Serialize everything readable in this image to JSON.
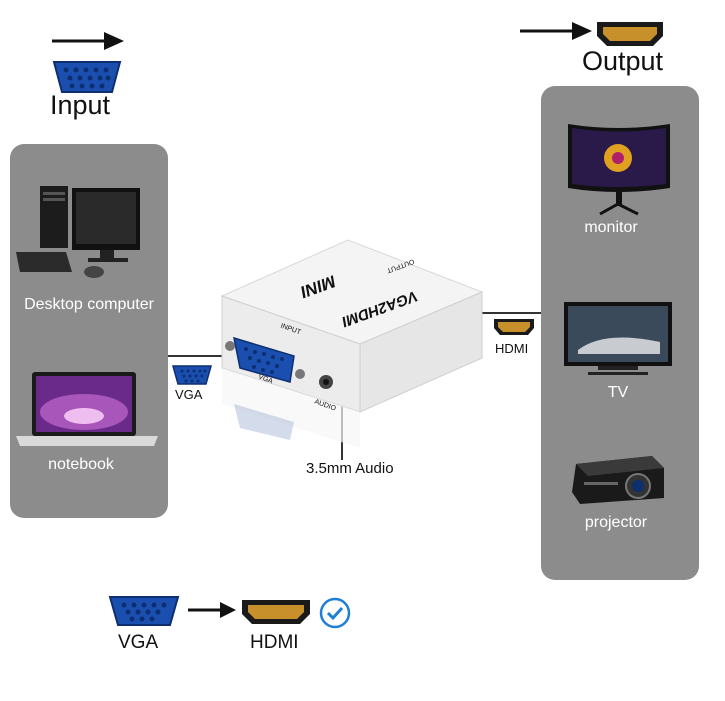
{
  "header": {
    "input_label": "Input",
    "output_label": "Output"
  },
  "left_panel": {
    "desktop_label": "Desktop computer",
    "notebook_label": "notebook"
  },
  "right_panel": {
    "monitor_label": "monitor",
    "tv_label": "TV",
    "projector_label": "projector"
  },
  "device": {
    "brand": "MINI",
    "model": "VGA2HDMI",
    "input_port_label": "INPUT",
    "vga_port_label": "VGA",
    "audio_port_label": "AUDIO",
    "output_port_label": "OUTPUT"
  },
  "connections": {
    "vga_label": "VGA",
    "hdmi_label": "HDMI",
    "audio_label": "3.5mm Audio"
  },
  "legend": {
    "vga_label": "VGA",
    "hdmi_label": "HDMI"
  },
  "colors": {
    "panel": "#8c8c8c",
    "vga_blue": "#1a4fb0",
    "check_blue": "#1e7fd8"
  }
}
